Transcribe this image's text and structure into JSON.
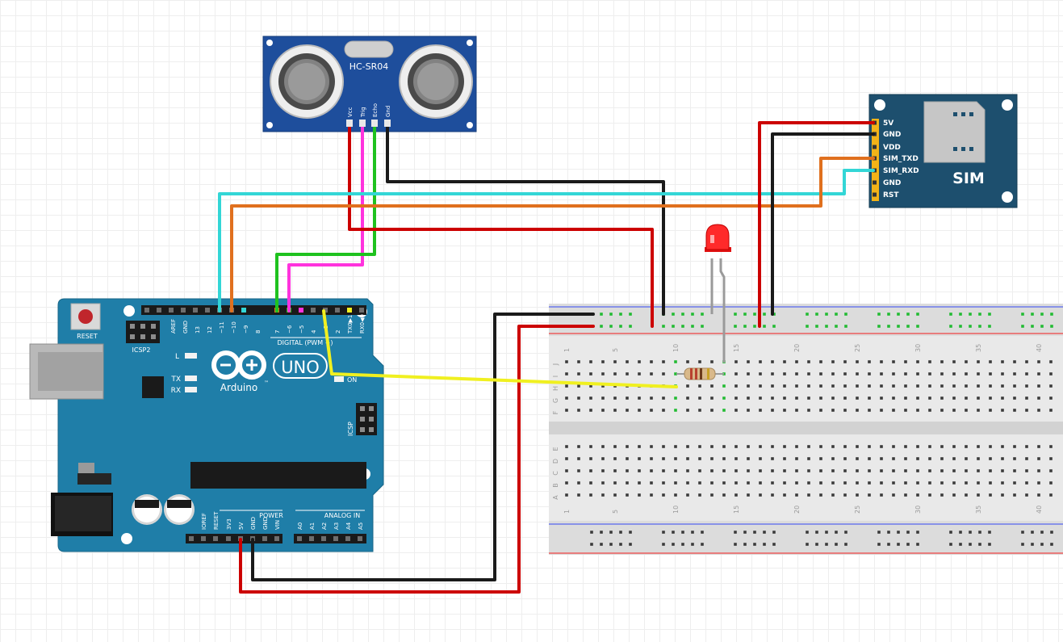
{
  "sensor": {
    "model": "HC-SR04",
    "pins": [
      "Vcc",
      "Trig",
      "Echo",
      "Gnd"
    ]
  },
  "sim": {
    "title": "SIM",
    "pins": [
      "5V",
      "GND",
      "VDD",
      "SIM_TXD",
      "SIM_RXD",
      "GND",
      "RST"
    ]
  },
  "arduino": {
    "brand": "Arduino",
    "trademark": "™",
    "model": "UNO",
    "reset_label": "RESET",
    "icsp2_label": "ICSP2",
    "icsp_label": "ICSP",
    "led_l": "L",
    "led_tx": "TX",
    "led_rx": "RX",
    "on_label": "ON",
    "digital_label": "DIGITAL (PWM ~)",
    "power_label": "POWER",
    "analog_label": "ANALOG IN",
    "digital_pins": [
      "AREF",
      "GND",
      "13",
      "12",
      "~11",
      "~10",
      "~9",
      "8",
      "7",
      "~6",
      "~5",
      "4",
      "~3",
      "2",
      "TX0▶1",
      "RX0◀0"
    ],
    "power_pins": [
      "IOREF",
      "RESET",
      "3V3",
      "5V",
      "GND",
      "GND",
      "VIN"
    ],
    "analog_pins": [
      "A0",
      "A1",
      "A2",
      "A3",
      "A4",
      "A5"
    ]
  },
  "breadboard": {
    "column_numbers": [
      "1",
      "5",
      "10",
      "15",
      "20",
      "25",
      "30",
      "35",
      "40"
    ],
    "rows_top": [
      "J",
      "I",
      "H",
      "G",
      "F"
    ],
    "rows_bottom": [
      "E",
      "D",
      "C",
      "B",
      "A"
    ]
  },
  "colors": {
    "board_blue": "#1f7ea8",
    "sensor_blue": "#1e4e9c",
    "sim_blue": "#1d4f6e",
    "wire_red": "#cc0000",
    "wire_black": "#1a1a1a",
    "wire_green": "#1fc21f",
    "wire_magenta": "#ff33dd",
    "wire_cyan": "#33d6d6",
    "wire_orange": "#e0701e",
    "wire_yellow": "#f0f020",
    "wire_gray": "#9a9a9a"
  }
}
